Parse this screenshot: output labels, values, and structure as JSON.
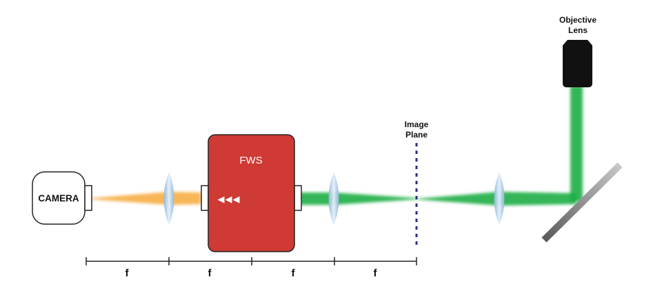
{
  "labels": {
    "camera": "CAMERA",
    "fws": "FWS",
    "fws_arrows": "◀◀◀",
    "image_plane_line1": "Image",
    "image_plane_line2": "Plane",
    "objective_line1": "Objective",
    "objective_line2": "Lens"
  },
  "focal_labels": [
    "f",
    "f",
    "f",
    "f"
  ],
  "colors": {
    "fws_fill": "#cf3a34",
    "green_beam": "#20b048",
    "orange_beam": "#f5a030",
    "image_plane_dash": "#2a2f86",
    "lens": "#a8c8e4",
    "mirror": "#7a7a7a",
    "objective": "#111111"
  }
}
